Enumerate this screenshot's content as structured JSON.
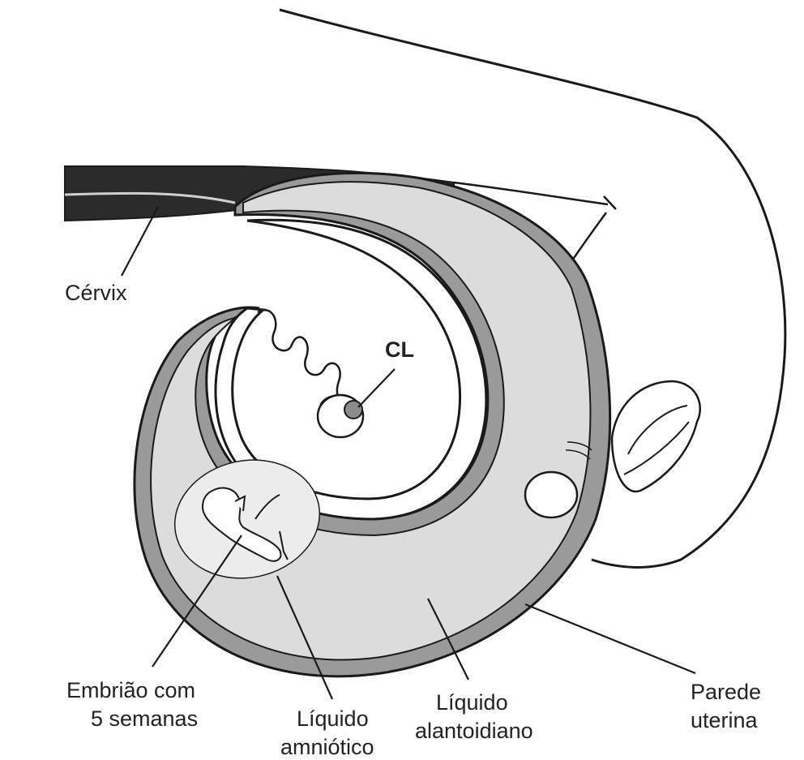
{
  "labels": {
    "cervix": "Cérvix",
    "cl": "CL",
    "embryo_line1": "Embrião com",
    "embryo_line2": "5 semanas",
    "amniotic_line1": "Líquido",
    "amniotic_line2": "amniótico",
    "allantoic_line1": "Líquido",
    "allantoic_line2": "alantoidiano",
    "uterine_line1": "Parede",
    "uterine_line2": "uterina"
  },
  "colors": {
    "outline": "#1a1a1a",
    "uterine_wall": "#9a9a9a",
    "allantoic_fluid": "#dcdcdc",
    "amniotic_sac": "#ececec",
    "corpus_luteum": "#8c8c8c",
    "cervix_dark": "#2b2b2b"
  }
}
